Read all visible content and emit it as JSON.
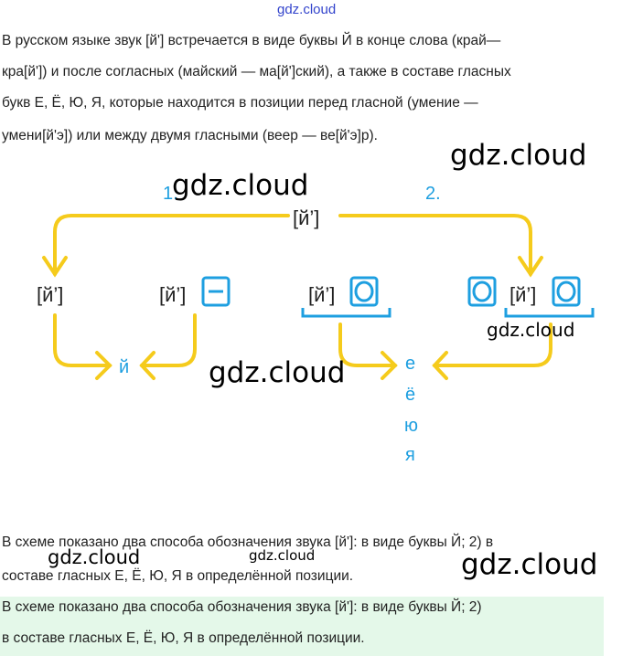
{
  "watermark_top": "gdz.cloud",
  "intro": [
    "В русском языке звук [й'] встречается в виде буквы Й в конце слова (крaй—",
    "кра[й']) и после согласных (майский — ма[й']ский), а также в составе гласных",
    "букв Е, Ё, Ю, Я, которые находится в позиции перед гласной (умение —",
    "умени[й'э]) или между двумя гласными (веер — ве[й'э]р)."
  ],
  "diagram": {
    "root": "[й’]",
    "branch1": "1.",
    "branch2": "2.",
    "node": "[й’]",
    "result1": "й",
    "result2": [
      "е",
      "ё",
      "ю",
      "я"
    ],
    "yellow": "#f5cb1c",
    "blue": "#1e9fe0"
  },
  "watermarks": [
    "gdz.cloud",
    "gdz.cloud",
    "gdz.cloud",
    "gdz.cloud",
    "gdz.cloud",
    "gdz.cloud",
    "gdz.cloud"
  ],
  "answer": [
    "В схеме показано два способа обозначения звука [й']: в виде буквы Й; 2) в",
    "составе гласных Е, Ё, Ю, Я в определённой позиции."
  ],
  "answer_highlighted": [
    "В схеме показано два способа обозначения звука [й']: в виде буквы Й; 2)",
    "в составе гласных Е, Ё, Ю, Я в определённой позиции."
  ]
}
